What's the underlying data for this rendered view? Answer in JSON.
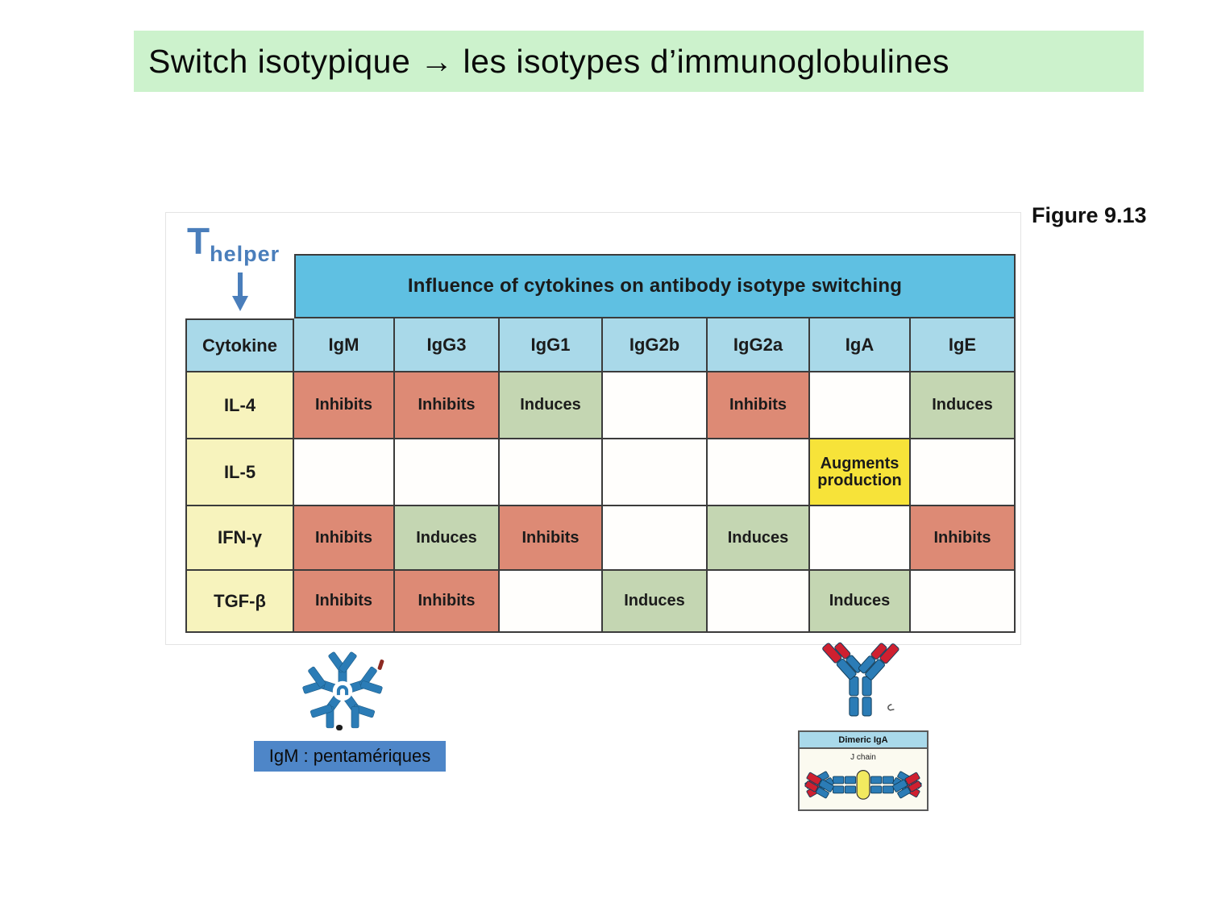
{
  "title": {
    "text": "Switch isotypique → les isotypes d’immunoglobulines"
  },
  "figure_label": "Figure 9.13",
  "t_helper": {
    "main": "T",
    "sub": "helper"
  },
  "table": {
    "banner": "Influence of cytokines on antibody isotype switching",
    "columns": [
      "Cytokine",
      "IgM",
      "IgG3",
      "IgG1",
      "IgG2b",
      "IgG2a",
      "IgA",
      "IgE"
    ],
    "rows": [
      {
        "cytokine": "IL-4",
        "cells": [
          {
            "text": "Inhibits",
            "type": "inhibits"
          },
          {
            "text": "Inhibits",
            "type": "inhibits"
          },
          {
            "text": "Induces",
            "type": "induces"
          },
          {
            "text": "",
            "type": "blank"
          },
          {
            "text": "Inhibits",
            "type": "inhibits"
          },
          {
            "text": "",
            "type": "blank"
          },
          {
            "text": "Induces",
            "type": "induces"
          }
        ]
      },
      {
        "cytokine": "IL-5",
        "cells": [
          {
            "text": "",
            "type": "blank"
          },
          {
            "text": "",
            "type": "blank"
          },
          {
            "text": "",
            "type": "blank"
          },
          {
            "text": "",
            "type": "blank"
          },
          {
            "text": "",
            "type": "blank"
          },
          {
            "text": "Augments production",
            "type": "augments"
          },
          {
            "text": "",
            "type": "blank"
          }
        ]
      },
      {
        "cytokine": "IFN-γ",
        "cells": [
          {
            "text": "Inhibits",
            "type": "inhibits"
          },
          {
            "text": "Induces",
            "type": "induces"
          },
          {
            "text": "Inhibits",
            "type": "inhibits"
          },
          {
            "text": "",
            "type": "blank"
          },
          {
            "text": "Induces",
            "type": "induces"
          },
          {
            "text": "",
            "type": "blank"
          },
          {
            "text": "Inhibits",
            "type": "inhibits"
          }
        ]
      },
      {
        "cytokine": "TGF-β",
        "cells": [
          {
            "text": "Inhibits",
            "type": "inhibits"
          },
          {
            "text": "Inhibits",
            "type": "inhibits"
          },
          {
            "text": "",
            "type": "blank"
          },
          {
            "text": "Induces",
            "type": "induces"
          },
          {
            "text": "",
            "type": "blank"
          },
          {
            "text": "Induces",
            "type": "induces"
          },
          {
            "text": "",
            "type": "blank"
          }
        ]
      }
    ]
  },
  "captions": {
    "igm": "IgM : pentamériques"
  },
  "dimeric_iga": {
    "title": "Dimeric IgA",
    "j_chain": "J chain"
  },
  "colors": {
    "title_bg": "#ccf2cc",
    "banner_bg": "#5fc0e2",
    "header_bg": "#a9d9e9",
    "row_label_bg": "#f7f3bd",
    "inhibits_bg": "#dd8a75",
    "induces_bg": "#c4d6b2",
    "augments_bg": "#f7e339",
    "accent_blue": "#4a7ebb",
    "igm_caption_bg": "#4e86c8",
    "antibody_blue": "#2b7cb6",
    "antibody_red": "#cf2030"
  }
}
